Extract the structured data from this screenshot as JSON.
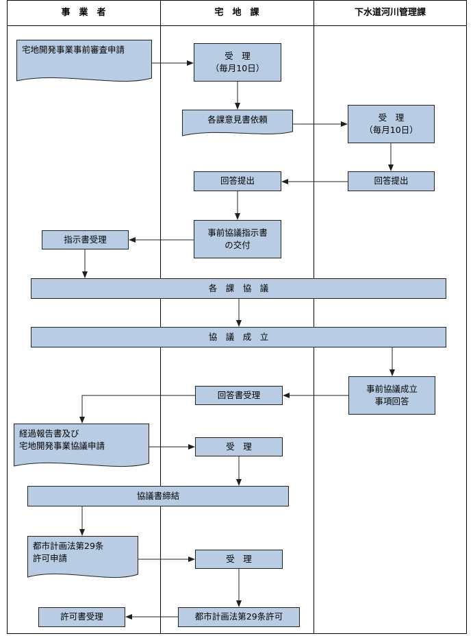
{
  "lanes": {
    "applicant": "事　業　者",
    "land": "宅　地　課",
    "sewer": "下水道河川管理課"
  },
  "steps": {
    "prior_review_application": "宅地開発事業事前審査申請",
    "land_receipt_1": "受　理\n（毎月10日）",
    "opinion_request": "各課意見書依頼",
    "sewer_receipt": "受　理\n（毎月10日）",
    "land_answer": "回答提出",
    "sewer_answer": "回答提出",
    "instruction_issue": "事前協議指示書\nの交付",
    "instruction_receipt": "指示書受理",
    "dept_consultation": "各　課　協　議",
    "consultation_agreed": "協　議　成　立",
    "agreed_items_answer": "事前協議成立\n事項回答",
    "answer_receipt": "回答書受理",
    "progress_report": "経過報告書及び\n宅地開発事業協議申請",
    "land_receipt_2": "受　理",
    "agreement_conclusion": "協議書締結",
    "permit_application": "都市計画法第29条\n許可申請",
    "land_receipt_3": "受　理",
    "permit_issue": "都市計画法第29条許可",
    "permit_receipt": "許可書受理"
  },
  "colors": {
    "box_fill": "#b8cce4",
    "stroke": "#1f1f1f"
  }
}
